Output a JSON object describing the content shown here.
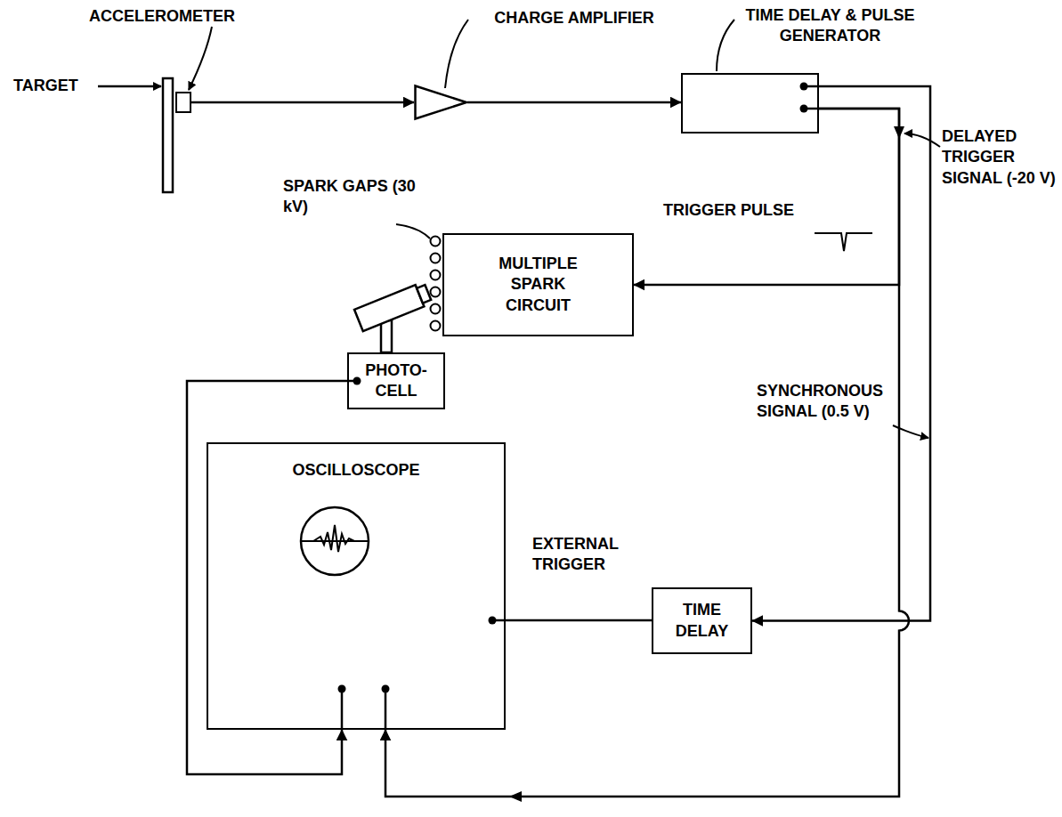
{
  "diagram": {
    "nodes": [
      {
        "text": [
          "ACCELEROMETER"
        ]
      },
      {
        "text": [
          "CHARGE AMPLIFIER"
        ]
      },
      {
        "text": [
          "TIME DELAY & PULSE GENERATOR"
        ]
      },
      {
        "text": [
          "MULTIPLE SPARK CIRCUIT"
        ]
      },
      {
        "text": [
          "PHOTO- CELL"
        ]
      },
      {
        "text": [
          "OSCILLOSCOPE"
        ]
      },
      {
        "text": [
          "TIME DELAY"
        ]
      }
    ],
    "edges": [
      {
        "from": 0,
        "to": 1,
        "arrow": "to"
      },
      {
        "from": 1,
        "to": 2,
        "arrow": "to"
      },
      {
        "from": 2,
        "to": 3,
        "arrow": "to"
      },
      {
        "from": 2,
        "to": 6,
        "arrow": "to"
      },
      {
        "from": 6,
        "to": 5,
        "arrow": "none"
      },
      {
        "from": 2,
        "to": 5,
        "arrow": "to"
      },
      {
        "from": 4,
        "to": 5,
        "arrow": "to"
      }
    ],
    "labels": [
      "TARGET",
      "SPARK GAPS (30 kV)",
      "TRIGGER PULSE",
      "DELAYED TRIGGER SIGNAL (-20 V)",
      "SYNCHRONOUS SIGNAL (0.5 V)",
      "EXTERNAL TRIGGER"
    ]
  }
}
